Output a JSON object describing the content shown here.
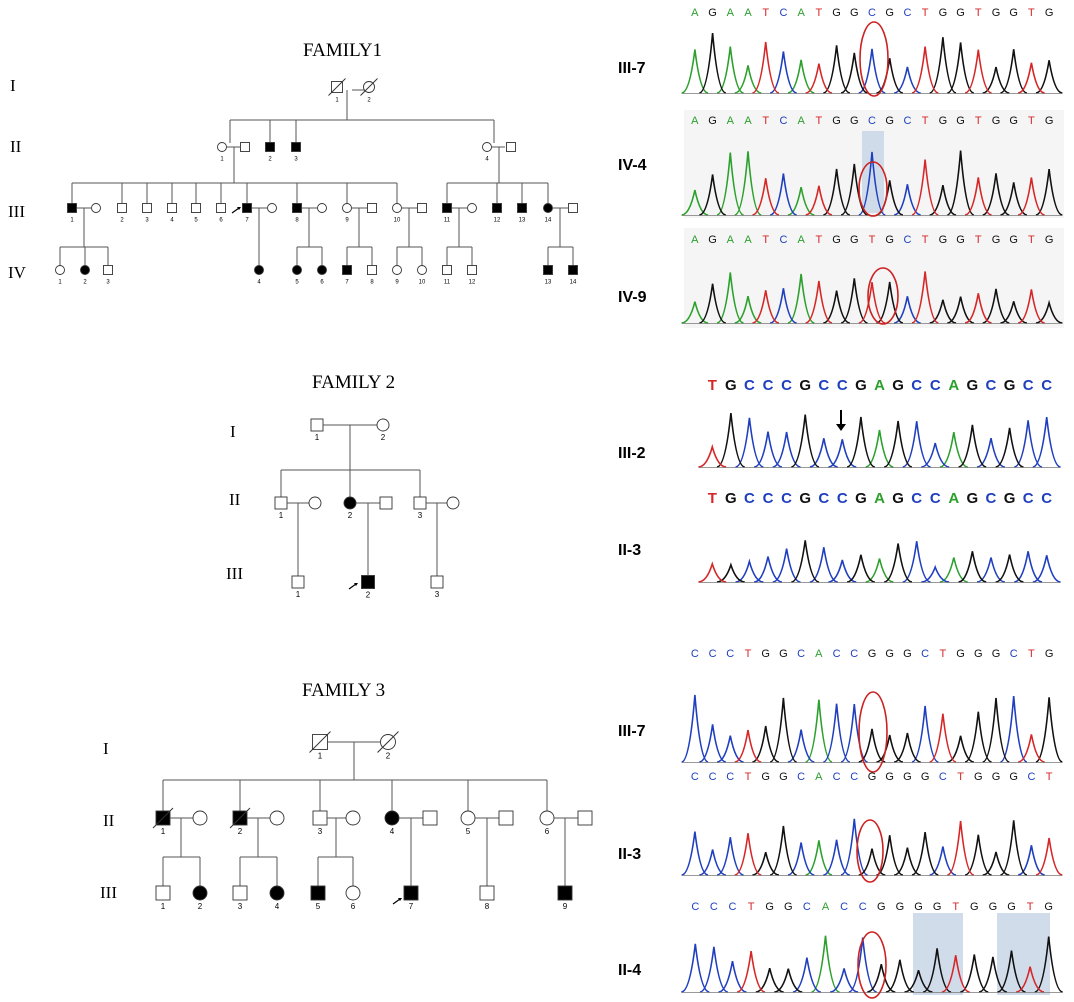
{
  "families": [
    {
      "title": "FAMILY1",
      "generations": [
        "I",
        "II",
        "III",
        "IV"
      ]
    },
    {
      "title": "FAMILY 2",
      "generations": [
        "I",
        "II",
        "III"
      ]
    },
    {
      "title": "FAMILY 3",
      "generations": [
        "I",
        "II",
        "III"
      ]
    }
  ],
  "sequences": [
    {
      "label": "III-7",
      "seq": "AGAATCATGGCGCTGGTGGTG"
    },
    {
      "label": "IV-4",
      "seq": "AGAATCATGGCGCTGGTGGTG"
    },
    {
      "label": "IV-9",
      "seq": "AGAATCATGGTGCTGGTGGTG"
    },
    {
      "label": "III-2",
      "seq": "TGCCCGCCGAGCCAGCGCC"
    },
    {
      "label": "II-3",
      "seq": "TGCCCGCCGAGCCAGCGCC"
    },
    {
      "label": "III-7",
      "seq": "CCCTGGCACCGGGCTGGGCTG"
    },
    {
      "label": "II-3",
      "seq": "CCCTGGCACCGGGGCTGGGCT"
    },
    {
      "label": "II-4",
      "seq": "CCCTGGCACCGGGGTGGGTG"
    }
  ],
  "base_colors": {
    "A": "#2ca02c",
    "C": "#1f3fbf",
    "G": "#111111",
    "T": "#d62728"
  },
  "highlight_color": "#cc2222",
  "shade_color": "#c9d6e8"
}
